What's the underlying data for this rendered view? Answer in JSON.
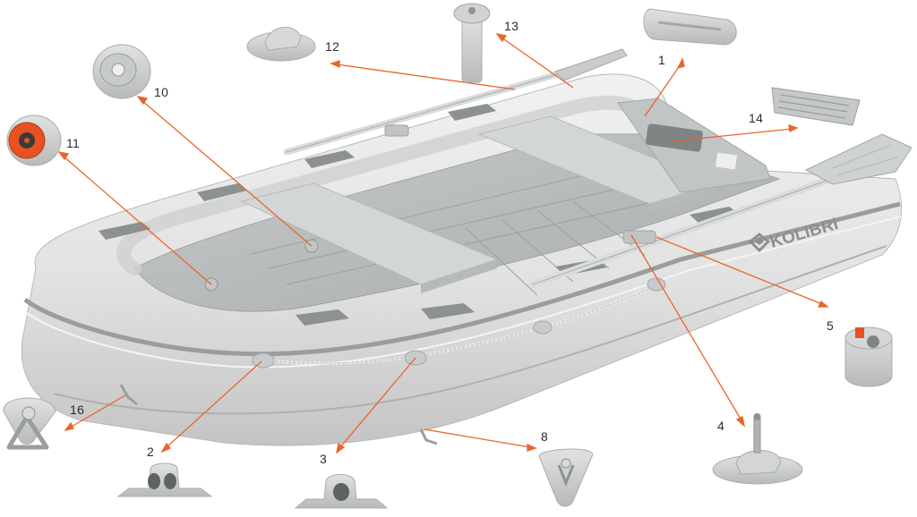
{
  "brand": {
    "text": "KOLIBRI",
    "logo_icon": "kolibri-diamond-logo-icon"
  },
  "callouts": {
    "c1": "1",
    "c2": "2",
    "c3": "3",
    "c4": "4",
    "c5": "5",
    "c8": "8",
    "c10": "10",
    "c11": "11",
    "c12": "12",
    "c13": "13",
    "c14": "14",
    "c16": "16"
  },
  "colors": {
    "hull": "#e4e4e4",
    "hull_shadow": "#c9c9c9",
    "stripe": "#9a9a9a",
    "floor": "#b9bdbd",
    "seat": "#cfd2d2",
    "leader": "#e8662c",
    "valve_orange": "#e8521f",
    "part": "#cfd0d0"
  }
}
